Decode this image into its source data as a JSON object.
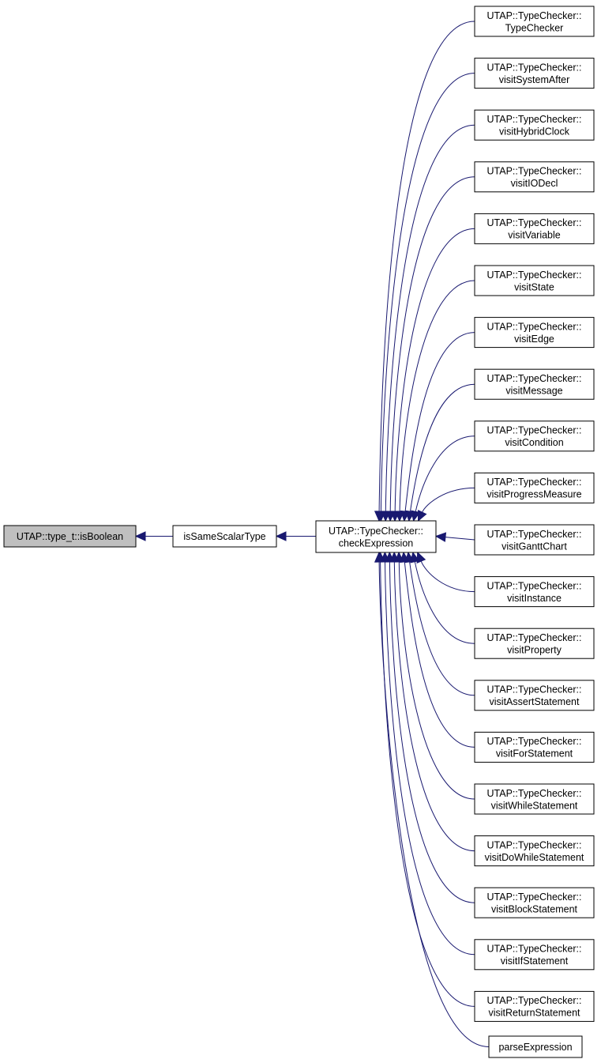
{
  "colors": {
    "edge": "#191970",
    "root_fill": "#bfbfbf",
    "node_fill": "#ffffff",
    "border": "#000000"
  },
  "nodes": {
    "root": [
      "UTAP::type_t::isBoolean"
    ],
    "same_scalar": [
      "isSameScalarType"
    ],
    "check_expr": [
      "UTAP::TypeChecker::",
      "checkExpression"
    ],
    "callers": [
      [
        "UTAP::TypeChecker::",
        "TypeChecker"
      ],
      [
        "UTAP::TypeChecker::",
        "visitSystemAfter"
      ],
      [
        "UTAP::TypeChecker::",
        "visitHybridClock"
      ],
      [
        "UTAP::TypeChecker::",
        "visitIODecl"
      ],
      [
        "UTAP::TypeChecker::",
        "visitVariable"
      ],
      [
        "UTAP::TypeChecker::",
        "visitState"
      ],
      [
        "UTAP::TypeChecker::",
        "visitEdge"
      ],
      [
        "UTAP::TypeChecker::",
        "visitMessage"
      ],
      [
        "UTAP::TypeChecker::",
        "visitCondition"
      ],
      [
        "UTAP::TypeChecker::",
        "visitProgressMeasure"
      ],
      [
        "UTAP::TypeChecker::",
        "visitGanttChart"
      ],
      [
        "UTAP::TypeChecker::",
        "visitInstance"
      ],
      [
        "UTAP::TypeChecker::",
        "visitProperty"
      ],
      [
        "UTAP::TypeChecker::",
        "visitAssertStatement"
      ],
      [
        "UTAP::TypeChecker::",
        "visitForStatement"
      ],
      [
        "UTAP::TypeChecker::",
        "visitWhileStatement"
      ],
      [
        "UTAP::TypeChecker::",
        "visitDoWhileStatement"
      ],
      [
        "UTAP::TypeChecker::",
        "visitBlockStatement"
      ],
      [
        "UTAP::TypeChecker::",
        "visitIfStatement"
      ],
      [
        "UTAP::TypeChecker::",
        "visitReturnStatement"
      ],
      [
        "parseExpression"
      ]
    ]
  }
}
